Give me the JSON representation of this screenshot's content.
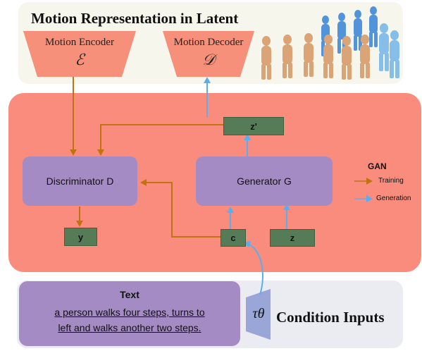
{
  "top": {
    "title": "Motion Representation in Latent",
    "encoder": {
      "label": "Motion Encoder",
      "symbol": "ℰ"
    },
    "decoder": {
      "label": "Motion Decoder",
      "symbol": "𝒟"
    }
  },
  "gan": {
    "discriminator": "Discriminator D",
    "generator": "Generator G",
    "z_prime": "z'",
    "y": "y",
    "c": "c",
    "z": "z"
  },
  "legend": {
    "title": "GAN",
    "items": [
      {
        "label": "Training",
        "color": "#c0740f"
      },
      {
        "label": "Generation",
        "color": "#5aaef0"
      }
    ]
  },
  "bottom": {
    "text_title": "Text",
    "text_lines": [
      "a person walks four steps, turns to",
      "left and walks another two steps."
    ],
    "tau_symbol": "τθ",
    "condition_label": "Condition Inputs"
  },
  "colors": {
    "training_arrow": "#c0740f",
    "generation_arrow": "#5aaef0",
    "box_purple": "#a58bc4",
    "box_green": "#557c57",
    "encoder_fill": "#f7907a",
    "gan_background": "#f98c7c"
  }
}
